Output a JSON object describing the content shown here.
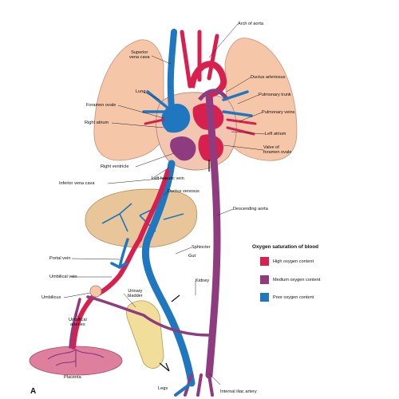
{
  "colors": {
    "high": "#d8204f",
    "medium": "#8e3b80",
    "poor": "#1f77c0",
    "lung": "#f6c6a8",
    "liver": "#e9c69a",
    "placenta": "#df7f9e",
    "bladder": "#f1de9a"
  },
  "labels": {
    "arch_of_aorta": "Arch of aorta",
    "superior_vena_cava": "Superior\nvena cava",
    "ductus_arteriosus": "Ductus arteriosus",
    "lung": "Lung",
    "pulmonary_trunk": "Pulmonary trunk",
    "foramen_ovale": "Foramen ovale",
    "pulmonary_veins": "Pulmonary veins",
    "right_atrium": "Right atrium",
    "left_atrium": "Left atrium",
    "valve_of_foramen_ovale": "Valve of\nforamen ovale",
    "right_ventricle": "Right ventricle",
    "left_hepatic_vein": "Left hepatic vein",
    "inferior_vena_cava": "Inferior vena cava",
    "ductus_venosus": "Ductus venosus",
    "descending_aorta": "Descending aorta",
    "sphincter": "Sphincter",
    "gut": "Gut",
    "portal_vein": "Portal vein",
    "umbilical_vein": "Umbilical vein",
    "kidney": "Kidney",
    "umbilicus": "Umbilicus",
    "urinary_bladder": "Urinary\nbladder",
    "umbilical_arteries": "Umbilical\narteries",
    "placenta": "Placenta",
    "legs": "Legs",
    "internal_iliac_artery": "Internal iliac artery",
    "panel_letter": "A"
  },
  "legend": {
    "title": "Oxygen saturation of blood",
    "items": [
      {
        "label": "High oxygen content",
        "color": "#d8204f"
      },
      {
        "label": "Medium oxygen content",
        "color": "#8e3b80"
      },
      {
        "label": "Poor oxygen content",
        "color": "#1f77c0"
      }
    ]
  }
}
